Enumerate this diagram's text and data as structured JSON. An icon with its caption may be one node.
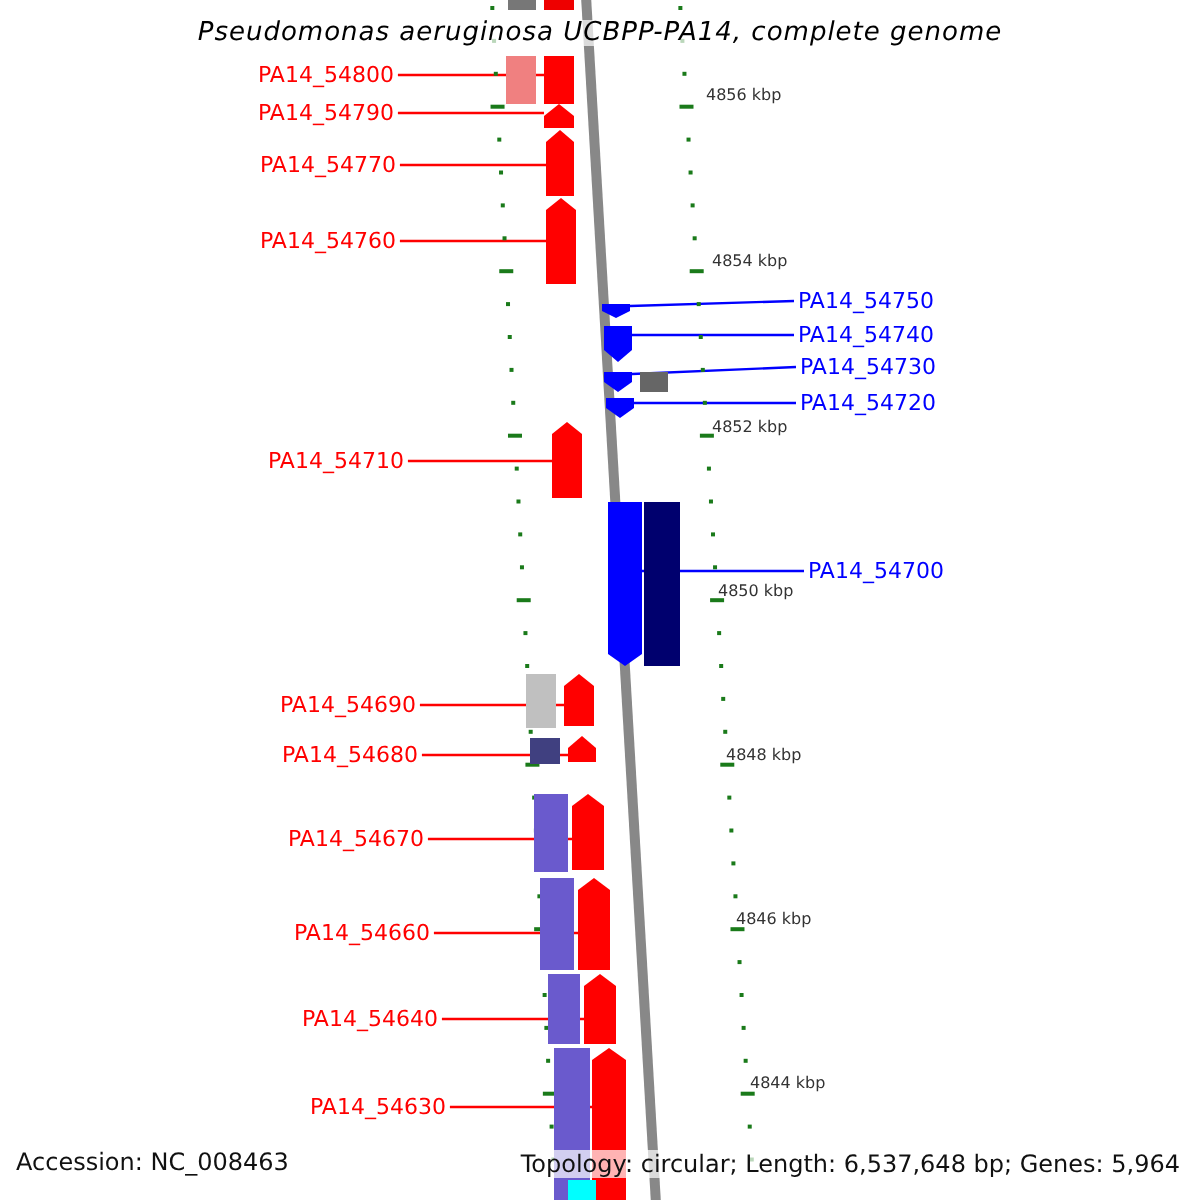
{
  "diagram": {
    "title": "Pseudomonas aeruginosa UCBPP-PA14, complete genome",
    "nodes": [
      {
        "text": [
          "PA14_54800"
        ]
      },
      {
        "text": [],
        "shape": "bar"
      },
      {
        "text": [
          "PA14_54790"
        ]
      },
      {
        "text": [],
        "shape": "bar"
      },
      {
        "text": [
          "PA14_54770"
        ]
      },
      {
        "text": [],
        "shape": "bar"
      },
      {
        "text": [
          "PA14_54760"
        ]
      },
      {
        "text": [],
        "shape": "bar"
      },
      {
        "text": [
          "PA14_54750"
        ]
      },
      {
        "text": [],
        "shape": "bar"
      },
      {
        "text": [
          "PA14_54740"
        ]
      },
      {
        "text": [],
        "shape": "bar"
      },
      {
        "text": [
          "PA14_54730"
        ]
      },
      {
        "text": [],
        "shape": "bar"
      },
      {
        "text": [
          "PA14_54720"
        ]
      },
      {
        "text": [],
        "shape": "bar"
      },
      {
        "text": [
          "PA14_54710"
        ]
      },
      {
        "text": [],
        "shape": "bar"
      },
      {
        "text": [
          "PA14_54700"
        ]
      },
      {
        "text": [],
        "shape": "bar"
      },
      {
        "text": [
          "PA14_54690"
        ]
      },
      {
        "text": [],
        "shape": "bar"
      },
      {
        "text": [
          "PA14_54680"
        ]
      },
      {
        "text": [],
        "shape": "bar"
      },
      {
        "text": [
          "PA14_54670"
        ]
      },
      {
        "text": [],
        "shape": "bar"
      },
      {
        "text": [
          "PA14_54660"
        ]
      },
      {
        "text": [],
        "shape": "bar"
      },
      {
        "text": [
          "PA14_54640"
        ]
      },
      {
        "text": [],
        "shape": "bar"
      },
      {
        "text": [
          "PA14_54630"
        ]
      },
      {
        "text": [],
        "shape": "bar"
      },
      {
        "text": [],
        "shape": "bar"
      },
      {
        "text": [],
        "shape": "bar"
      },
      {
        "text": [],
        "shape": "bar"
      },
      {
        "text": [],
        "shape": "bar"
      },
      {
        "text": [],
        "shape": "bar"
      },
      {
        "text": [],
        "shape": "bar"
      },
      {
        "text": [],
        "shape": "bar"
      },
      {
        "text": [],
        "shape": "bar"
      },
      {
        "text": [],
        "shape": "bar"
      },
      {
        "text": [],
        "shape": "bar"
      },
      {
        "text": [],
        "shape": "bar"
      },
      {
        "text": [],
        "shape": "bar"
      }
    ],
    "edges": [
      {
        "from": 0,
        "to": 1,
        "arrow": "none"
      },
      {
        "from": 2,
        "to": 3,
        "arrow": "none"
      },
      {
        "from": 4,
        "to": 5,
        "arrow": "none"
      },
      {
        "from": 6,
        "to": 7,
        "arrow": "none"
      },
      {
        "from": 8,
        "to": 9,
        "arrow": "none",
        "color": "#0000ff"
      },
      {
        "from": 10,
        "to": 11,
        "arrow": "none",
        "color": "#0000ff"
      },
      {
        "from": 12,
        "to": 13,
        "arrow": "none",
        "color": "#0000ff"
      },
      {
        "from": 14,
        "to": 15,
        "arrow": "none",
        "color": "#0000ff"
      },
      {
        "from": 16,
        "to": 17,
        "arrow": "none"
      },
      {
        "from": 18,
        "to": 19,
        "arrow": "none",
        "color": "#0000ff"
      },
      {
        "from": 20,
        "to": 21,
        "arrow": "none"
      },
      {
        "from": 22,
        "to": 23,
        "arrow": "none"
      },
      {
        "from": 24,
        "to": 25,
        "arrow": "none"
      },
      {
        "from": 26,
        "to": 27,
        "arrow": "none"
      },
      {
        "from": 28,
        "to": 29,
        "arrow": "none"
      },
      {
        "from": 30,
        "to": 31,
        "arrow": "none"
      }
    ],
    "labels": [
      "4856 kbp",
      "4854 kbp",
      "4852 kbp",
      "4850 kbp",
      "4848 kbp",
      "4846 kbp",
      "4844 kbp",
      "Accession: NC_008463",
      "Topology: circular; Length: 6,537,648 bp; Genes: 5,964"
    ]
  }
}
